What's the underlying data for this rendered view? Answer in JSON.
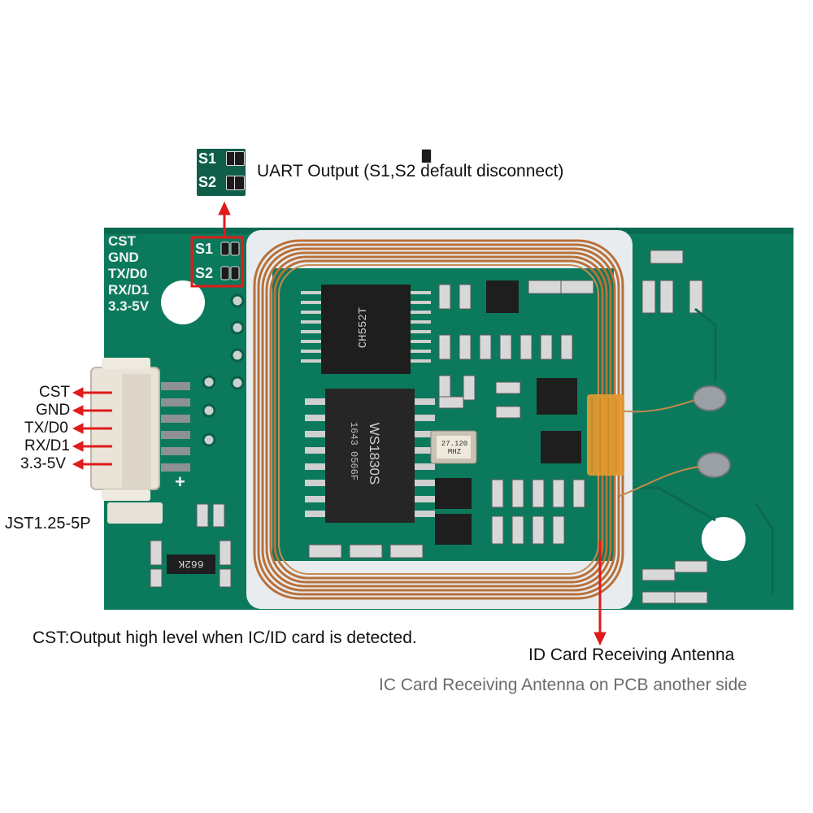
{
  "board": {
    "silkscreen_pins": [
      "CST",
      "GND",
      "TX/D0",
      "RX/D1",
      "3.3-5V"
    ],
    "jumper_labels": [
      "S1",
      "S2"
    ],
    "chip1_marking": "CH552T",
    "chip2_marking": "WS1830S",
    "chip2_code": "1643 0566F",
    "crystal_marking": "27.120 MHZ",
    "resistor_marking": "662K"
  },
  "callouts": {
    "uart": "UART Output (S1,S2 default disconnect)",
    "pins": [
      "CST",
      "GND",
      "TX/D0",
      "RX/D1",
      "3.3-5V"
    ],
    "connector": "JST1.25-5P",
    "cst_note": "CST:Output high level when IC/ID card is detected.",
    "id_antenna": "ID Card Receiving Antenna",
    "ic_antenna": "IC Card Receiving Antenna on PCB another side"
  },
  "colors": {
    "pcb": "#0b7a5c",
    "arrow": "#e01b1b",
    "coil": "#b8703a",
    "label_gray": "#6b6b6b"
  }
}
